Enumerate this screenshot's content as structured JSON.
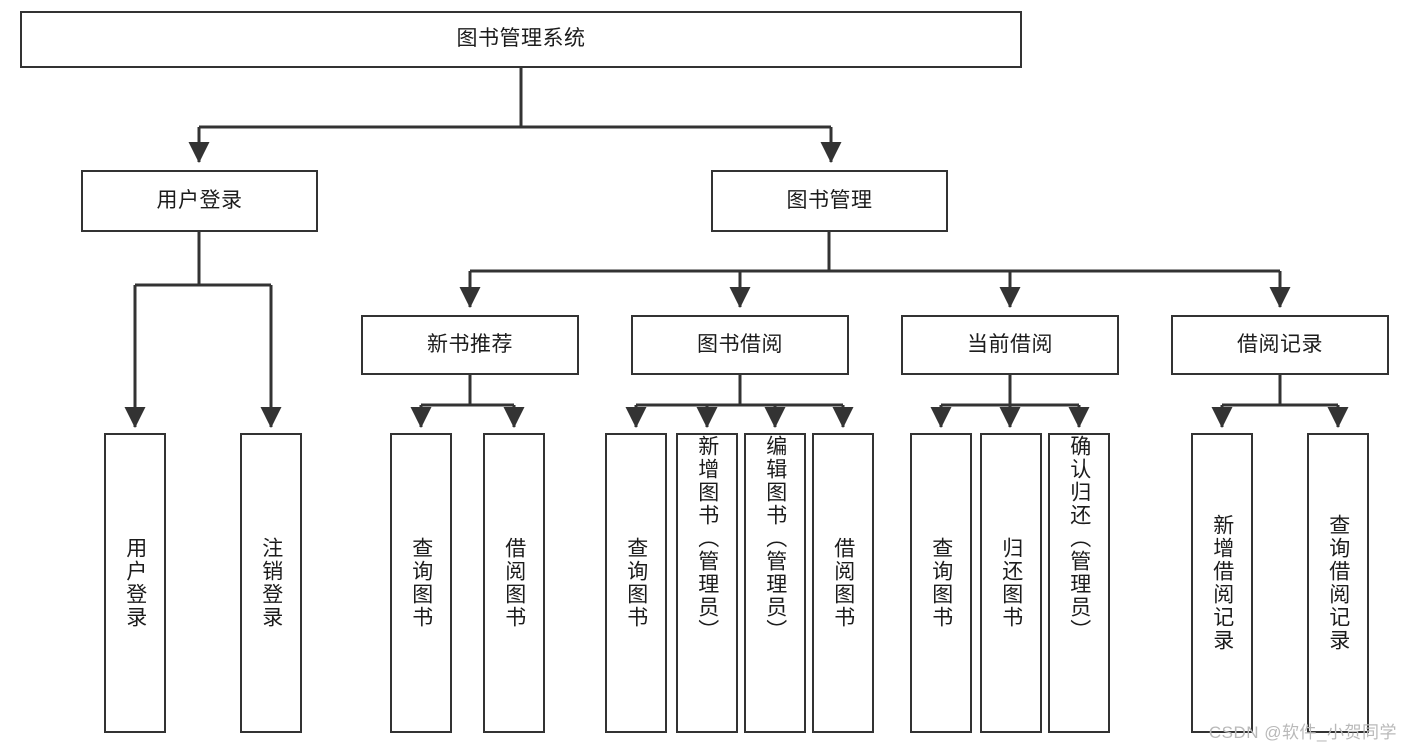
{
  "diagram": {
    "type": "tree",
    "title": "图书管理系统",
    "orientation": "top-down",
    "colors": {
      "box_border": "#333333",
      "box_fill": "#ffffff",
      "connector": "#333333",
      "text": "#1c1c1c",
      "watermark": "#b9b9b9",
      "background": "#ffffff"
    },
    "root": {
      "label": "图书管理系统"
    },
    "level2": [
      {
        "label": "用户登录"
      },
      {
        "label": "图书管理"
      }
    ],
    "level3": [
      {
        "label": "新书推荐"
      },
      {
        "label": "图书借阅"
      },
      {
        "label": "当前借阅"
      },
      {
        "label": "借阅记录"
      }
    ],
    "leaves": {
      "user_login": [
        {
          "label": "用户登录"
        },
        {
          "label": "注销登录"
        }
      ],
      "new_book_recommend": [
        {
          "label": "查询图书"
        },
        {
          "label": "借阅图书"
        }
      ],
      "book_borrow": [
        {
          "label": "查询图书"
        },
        {
          "label": "新增图书（管理员）"
        },
        {
          "label": "编辑图书（管理员）"
        },
        {
          "label": "借阅图书"
        }
      ],
      "current_borrow": [
        {
          "label": "查询图书"
        },
        {
          "label": "归还图书"
        },
        {
          "label": "确认归还（管理员）"
        }
      ],
      "borrow_record": [
        {
          "label": "新增借阅记录"
        },
        {
          "label": "查询借阅记录"
        }
      ]
    }
  },
  "watermark": {
    "text": "CSDN @软件_小贺同学"
  }
}
